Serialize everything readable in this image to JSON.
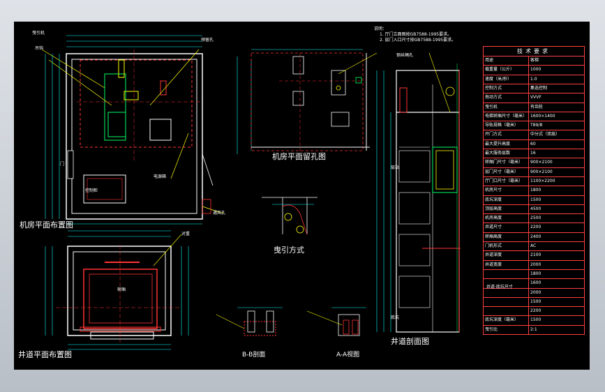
{
  "drawing": {
    "notes": [
      "说明：",
      "1. 厅门立面图按GB7588-1995要求。",
      "2. 层门入口尺寸按GB7588-1995要求。"
    ],
    "views": {
      "machine_room_plan": "机房平面布置图",
      "machine_room_holes": "机房平面留孔图",
      "traction": "曳引方式",
      "hoistway_plan": "井道平面布置图",
      "hoistway_section": "井道剖面图",
      "section_bb": "B-B剖面",
      "view_aa": "A-A视图"
    }
  },
  "spec_table": {
    "title": "技术要求",
    "rows": [
      {
        "label": "用途",
        "value": "客梯"
      },
      {
        "label": "载重量（公斤）",
        "value": "1000"
      },
      {
        "label": "速度（米/秒）",
        "value": "1.0"
      },
      {
        "label": "控制方式",
        "value": "集选控制"
      },
      {
        "label": "拖动方式",
        "value": "VVVF"
      },
      {
        "label": "曳引机",
        "value": "有齿轮"
      },
      {
        "label": "电梯轿厢尺寸（毫米）",
        "value": "1600×1400"
      },
      {
        "label": "导轨规格（毫米）",
        "value": "T89/B"
      },
      {
        "label": "开门方式",
        "value": "中分式（双扇）"
      },
      {
        "label": "最大提升高度",
        "value": "60"
      },
      {
        "label": "最大服务层数",
        "value": "16"
      },
      {
        "label": "轿厢门尺寸（毫米）",
        "value": "900×2100"
      },
      {
        "label": "层门尺寸（毫米）",
        "value": "900×2100"
      },
      {
        "label": "厅门口尺寸（毫米）",
        "value": "1100×2200"
      },
      {
        "label": "机房尺寸",
        "value": "1800"
      },
      {
        "label": "底坑深度",
        "value": "1500"
      },
      {
        "label": "顶层高度",
        "value": "4500"
      },
      {
        "label": "机房高度",
        "value": "2500"
      },
      {
        "label": "井道尺寸",
        "value": "2200"
      },
      {
        "label": "轿厢高度",
        "value": "2400"
      },
      {
        "label": "门机形式",
        "value": "AC"
      },
      {
        "label": "井道深度",
        "value": "2100"
      },
      {
        "label": "井道宽度",
        "value": "2000"
      },
      {
        "label": "",
        "value": "1800"
      },
      {
        "label": "",
        "value": "1600"
      },
      {
        "label": "",
        "value": "2000"
      },
      {
        "label": "",
        "value": "1500"
      },
      {
        "label": "",
        "value": "2200"
      },
      {
        "label": "底坑深度（毫米）",
        "value": "1500"
      },
      {
        "label": "曳引比",
        "value": "2:1"
      }
    ]
  },
  "group_label": "井道·底坑尺寸",
  "small_labels": {
    "control_cabinet": "控制柜",
    "machine": "曳引机",
    "hook": "吊钩",
    "vent": "通风孔",
    "power_box": "电源箱",
    "door": "门",
    "car": "轿厢",
    "cwt": "对重",
    "hoist_hole": "预留孔",
    "rope_hole": "钢丝绳孔",
    "floor": "层站",
    "pit": "底坑"
  }
}
